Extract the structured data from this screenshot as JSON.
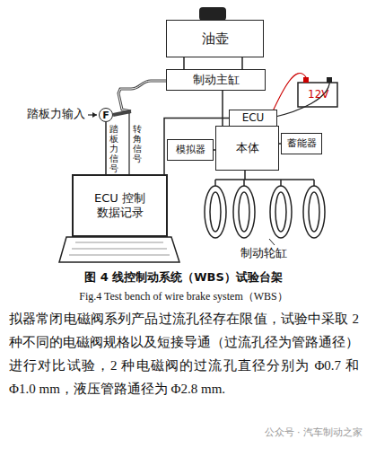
{
  "diagram": {
    "caption": "图 4 线控制动系统（WBS）试验台架",
    "nodes": [
      {
        "text": [
          "油壶"
        ]
      },
      {
        "text": [
          "制动主缸"
        ]
      },
      {
        "text": [
          "F"
        ]
      },
      {
        "text": [
          "ECU"
        ]
      },
      {
        "text": [
          "本体"
        ]
      },
      {
        "text": [
          "蓄能器"
        ]
      },
      {
        "text": [
          "模拟器"
        ]
      },
      {
        "text": [
          "ECU 控制 数据记录"
        ]
      }
    ],
    "edges": [
      {
        "from": 0,
        "to": 1,
        "arrow": "none"
      },
      {
        "from": 1,
        "to": 4,
        "arrow": "none"
      },
      {
        "from": 2,
        "to": 7,
        "label": "踏板力信号",
        "arrow": "none"
      },
      {
        "from": 7,
        "to": 3,
        "arrow": "none"
      },
      {
        "from": 6,
        "to": 4,
        "arrow": "none"
      },
      {
        "from": 4,
        "to": 5,
        "arrow": "none"
      }
    ],
    "labels": [
      "踏板力输入",
      "转角信号",
      "12V",
      "制动轮缸",
      "Fig.4 Test bench of wire brake system（WBS）",
      "拟器常闭电磁阀系列产品过流孔径存在限值，试验中采取 2 种不同的电磁阀规格以及短接导通（过流孔径为管路通径）进行对比试验，2 种电磁阀的过流孔直径分别为 Φ0.7 和 Φ1.0 mm，液压管路通径为 Φ2.8 mm.",
      "公众号 · 汽车制动之家"
    ]
  }
}
